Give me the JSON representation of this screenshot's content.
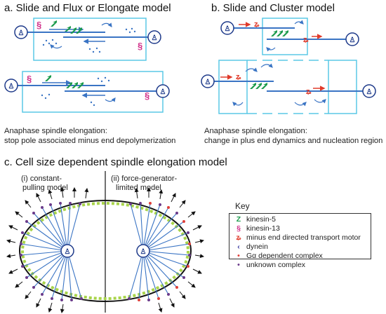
{
  "panel_a": {
    "title": "a. Slide and Flux or Elongate model",
    "caption_line1": "Anaphase spindle elongation:",
    "caption_line2": "stop pole associated minus end depolymerization"
  },
  "panel_b": {
    "title": "b. Slide and Cluster model",
    "caption_line1": "Anaphase spindle elongation:",
    "caption_line2": "change in plus end dynamics and nucleation region"
  },
  "panel_c": {
    "title": "c. Cell size dependent spindle elongation model",
    "left_model": [
      "(i) constant-",
      "pulling model"
    ],
    "right_model": [
      "(ii) force-generator-",
      "limited model"
    ]
  },
  "key": {
    "title": "Key",
    "items": [
      {
        "label": "kinesin-5",
        "color": "#1a9a4a",
        "icon": "kinesin-5-icon"
      },
      {
        "label": "kinesin-13",
        "color": "#d0308a",
        "icon": "kinesin-13-icon"
      },
      {
        "label": "minus end directed transport motor",
        "color": "#e03a2a",
        "icon": "transport-motor-icon"
      },
      {
        "label": "dynein",
        "color": "#3a3aa0",
        "icon": "dynein-icon"
      },
      {
        "label": "Gα dependent complex",
        "color": "#e0403a",
        "icon": "g-alpha-complex-icon"
      },
      {
        "label": "unknown complex",
        "color": "#6a3a8a",
        "icon": "unknown-complex-icon"
      }
    ]
  },
  "colors": {
    "microtubule": "#3a74c4",
    "cell_box": "#5ac8e6",
    "pole": "#1e3a8a",
    "cortex_green": "#a8d44a",
    "arrow": "#111111"
  }
}
